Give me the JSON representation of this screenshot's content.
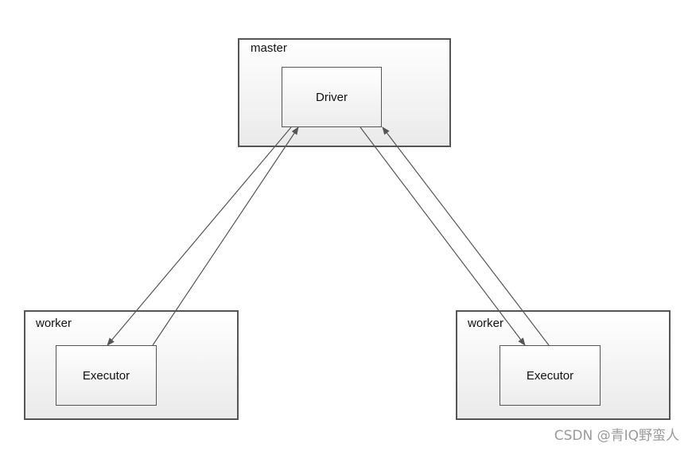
{
  "master": {
    "label": "master",
    "driver_label": "Driver"
  },
  "worker_left": {
    "label": "worker",
    "executor_label": "Executor"
  },
  "worker_right": {
    "label": "worker",
    "executor_label": "Executor"
  },
  "watermark": "CSDN @青IQ野蛮人",
  "colors": {
    "line": "#555555",
    "box_border": "#555555",
    "watermark": "#9a9a9a"
  }
}
